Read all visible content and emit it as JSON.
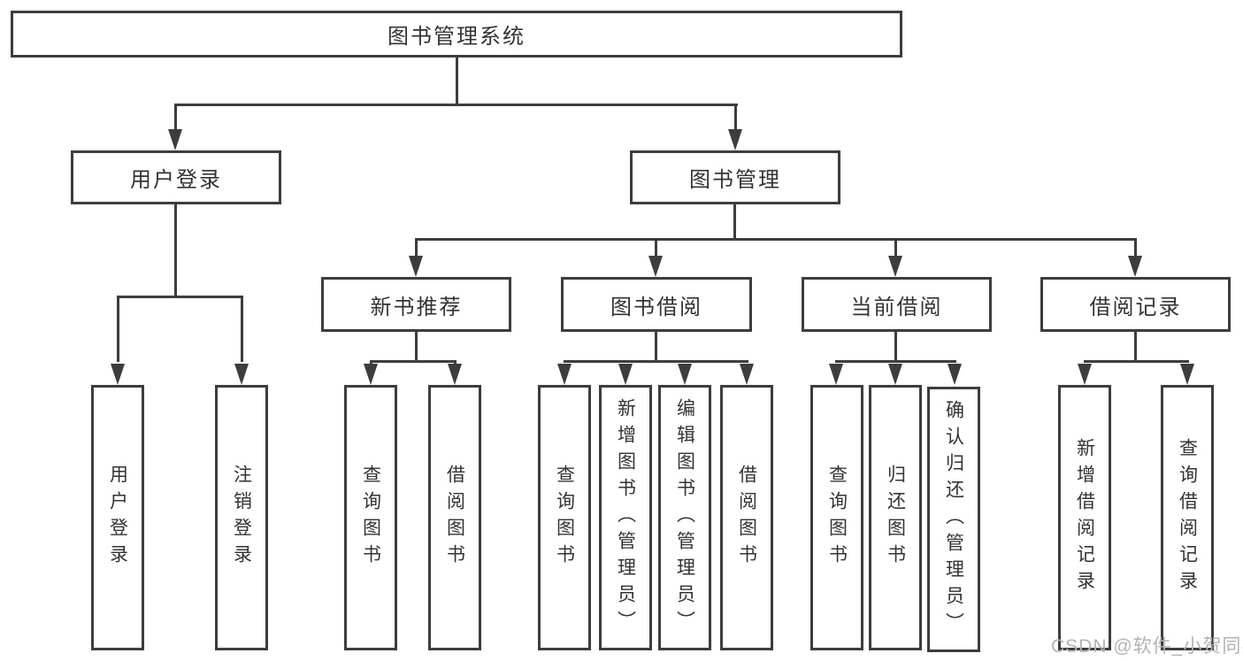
{
  "diagram_title": "图书管理系统",
  "watermark_text": "CSDN @软件_小贺同学",
  "colors": {
    "line": "#3d3d3d",
    "text": "#333333",
    "watermark": "#b3b3b3",
    "background": "#ffffff"
  },
  "tree": {
    "label": "图书管理系统",
    "children": [
      {
        "label": "用户登录",
        "children": [
          {
            "label": "用户登录"
          },
          {
            "label": "注销登录"
          }
        ]
      },
      {
        "label": "图书管理",
        "children": [
          {
            "label": "新书推荐",
            "children": [
              {
                "label": "查询图书"
              },
              {
                "label": "借阅图书"
              }
            ]
          },
          {
            "label": "图书借阅",
            "children": [
              {
                "label": "查询图书"
              },
              {
                "label": "新增图书（管理员）"
              },
              {
                "label": "编辑图书（管理员）"
              },
              {
                "label": "借阅图书"
              }
            ]
          },
          {
            "label": "当前借阅",
            "children": [
              {
                "label": "查询图书"
              },
              {
                "label": "归还图书"
              },
              {
                "label": "确认归还（管理员）"
              }
            ]
          },
          {
            "label": "借阅记录",
            "children": [
              {
                "label": "新增借阅记录"
              },
              {
                "label": "查询借阅记录"
              }
            ]
          }
        ]
      }
    ]
  }
}
